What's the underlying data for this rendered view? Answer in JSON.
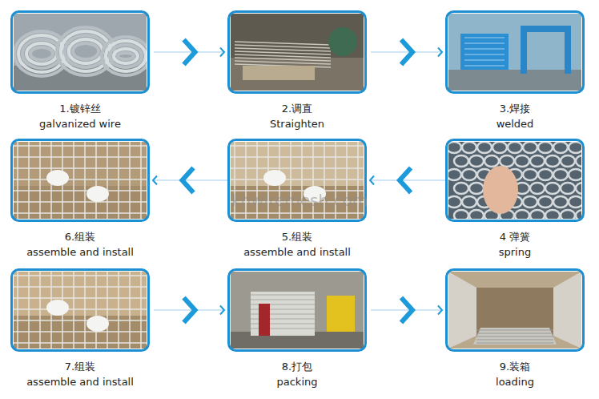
{
  "diagram": {
    "nodes": [
      {
        "text": [
          "1.镀锌丝",
          "galvanized wire"
        ]
      },
      {
        "text": [
          "2.调直",
          "Straighten"
        ]
      },
      {
        "text": [
          "3.焊接",
          "welded"
        ]
      },
      {
        "text": [
          "4 弹簧",
          "spring"
        ]
      },
      {
        "text": [
          "5.组装",
          "assemble and install"
        ]
      },
      {
        "text": [
          "6.组装",
          "assemble and install"
        ]
      },
      {
        "text": [
          "7.组装",
          "assemble and install"
        ]
      },
      {
        "text": [
          "8.打包",
          "packing"
        ]
      },
      {
        "text": [
          "9.装箱",
          "loading"
        ]
      }
    ],
    "edges": [
      {
        "from": 0,
        "to": 1,
        "arrow": "to"
      },
      {
        "from": 1,
        "to": 2,
        "arrow": "to"
      },
      {
        "from": 3,
        "to": 4,
        "arrow": "to"
      },
      {
        "from": 4,
        "to": 5,
        "arrow": "to"
      },
      {
        "from": 6,
        "to": 7,
        "arrow": "to"
      },
      {
        "from": 7,
        "to": 8,
        "arrow": "to"
      }
    ],
    "labels": [
      "knwiremesh.com"
    ]
  }
}
